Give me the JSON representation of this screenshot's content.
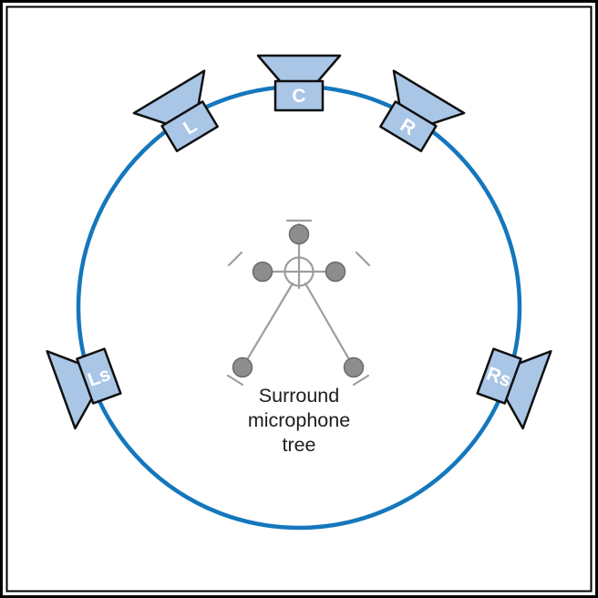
{
  "colors": {
    "frame": "#000000",
    "circle_blue": "#1477bd",
    "speaker_fill": "#a9c6e7",
    "speaker_stroke": "#0f0f0f",
    "label_text": "#ffffff",
    "mic_line": "#9e9e9e",
    "mic_fill": "#8d8d8d",
    "mic_edge": "#6b6b6b",
    "caption_text": "#1d1d1f",
    "background": "#ffffff"
  },
  "speakers": {
    "c": {
      "label": "C"
    },
    "l": {
      "label": "L"
    },
    "r": {
      "label": "R"
    },
    "ls": {
      "label": "Ls"
    },
    "rs": {
      "label": "Rs"
    }
  },
  "caption": {
    "line1": "Surround",
    "line2": "microphone",
    "line3": "tree"
  }
}
